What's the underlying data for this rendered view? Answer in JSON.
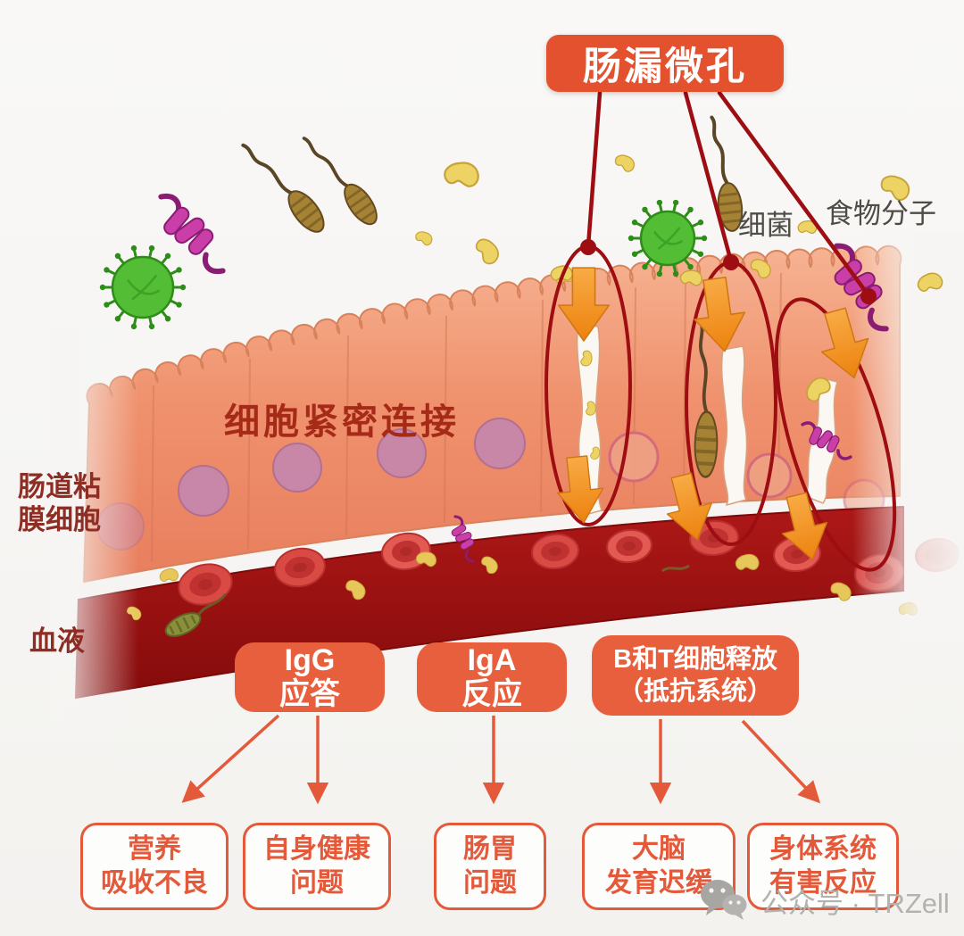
{
  "title": {
    "label": "肠漏微孔"
  },
  "annotations": {
    "bacteria_label": "细菌",
    "food_label": "食物分子",
    "tight_junction_label": "细胞紧密连接",
    "mucosa_label_line1": "肠道粘",
    "mucosa_label_line2": "膜细胞",
    "blood_label": "血液"
  },
  "response_boxes": [
    {
      "line1": "IgG",
      "line2": "应答"
    },
    {
      "line1": "IgA",
      "line2": "反应"
    },
    {
      "line1": "B和T细胞释放",
      "line2": "（抵抗系统）"
    }
  ],
  "outcome_boxes": [
    {
      "line1": "营养",
      "line2": "吸收不良"
    },
    {
      "line1": "自身健康",
      "line2": "问题"
    },
    {
      "line1": "肠胃",
      "line2": "问题"
    },
    {
      "line1": "大脑",
      "line2": "发育迟缓"
    },
    {
      "line1": "身体系统",
      "line2": "有害反应"
    }
  ],
  "watermark": {
    "text": "公众号 · TRZell"
  },
  "icons": {
    "wechat": "wechat-icon"
  },
  "colors": {
    "accent_orange_red": "#e4593a",
    "title_bg": "#e4512e",
    "response_box_bg": "#e75f3d",
    "dark_red_line": "#9d0d12",
    "leak_arrow_orange": "#ee8a18",
    "epithelium_salmon": "#f0946f",
    "blood_red": "#a01414",
    "label_dark_red": "#8e2d24",
    "label_gray": "#4f4b45",
    "watermark_gray": "#b4b2ae"
  }
}
